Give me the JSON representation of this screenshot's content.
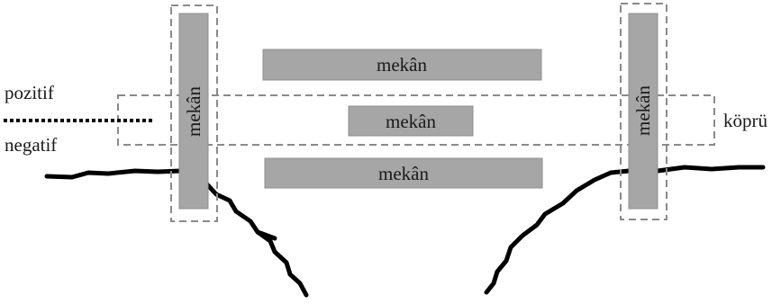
{
  "labels": {
    "pozitif": "pozitif",
    "negatif": "negatif",
    "kopru": "köprü",
    "left_pillar": "mekân",
    "right_pillar": "mekân",
    "top_bar": "mekân",
    "middle_bar": "mekân",
    "bottom_bar": "mekân"
  },
  "colors": {
    "bar_fill": "#a6a6a6",
    "dashed_outline": "#8a8a8a",
    "ground_line": "#000000"
  }
}
